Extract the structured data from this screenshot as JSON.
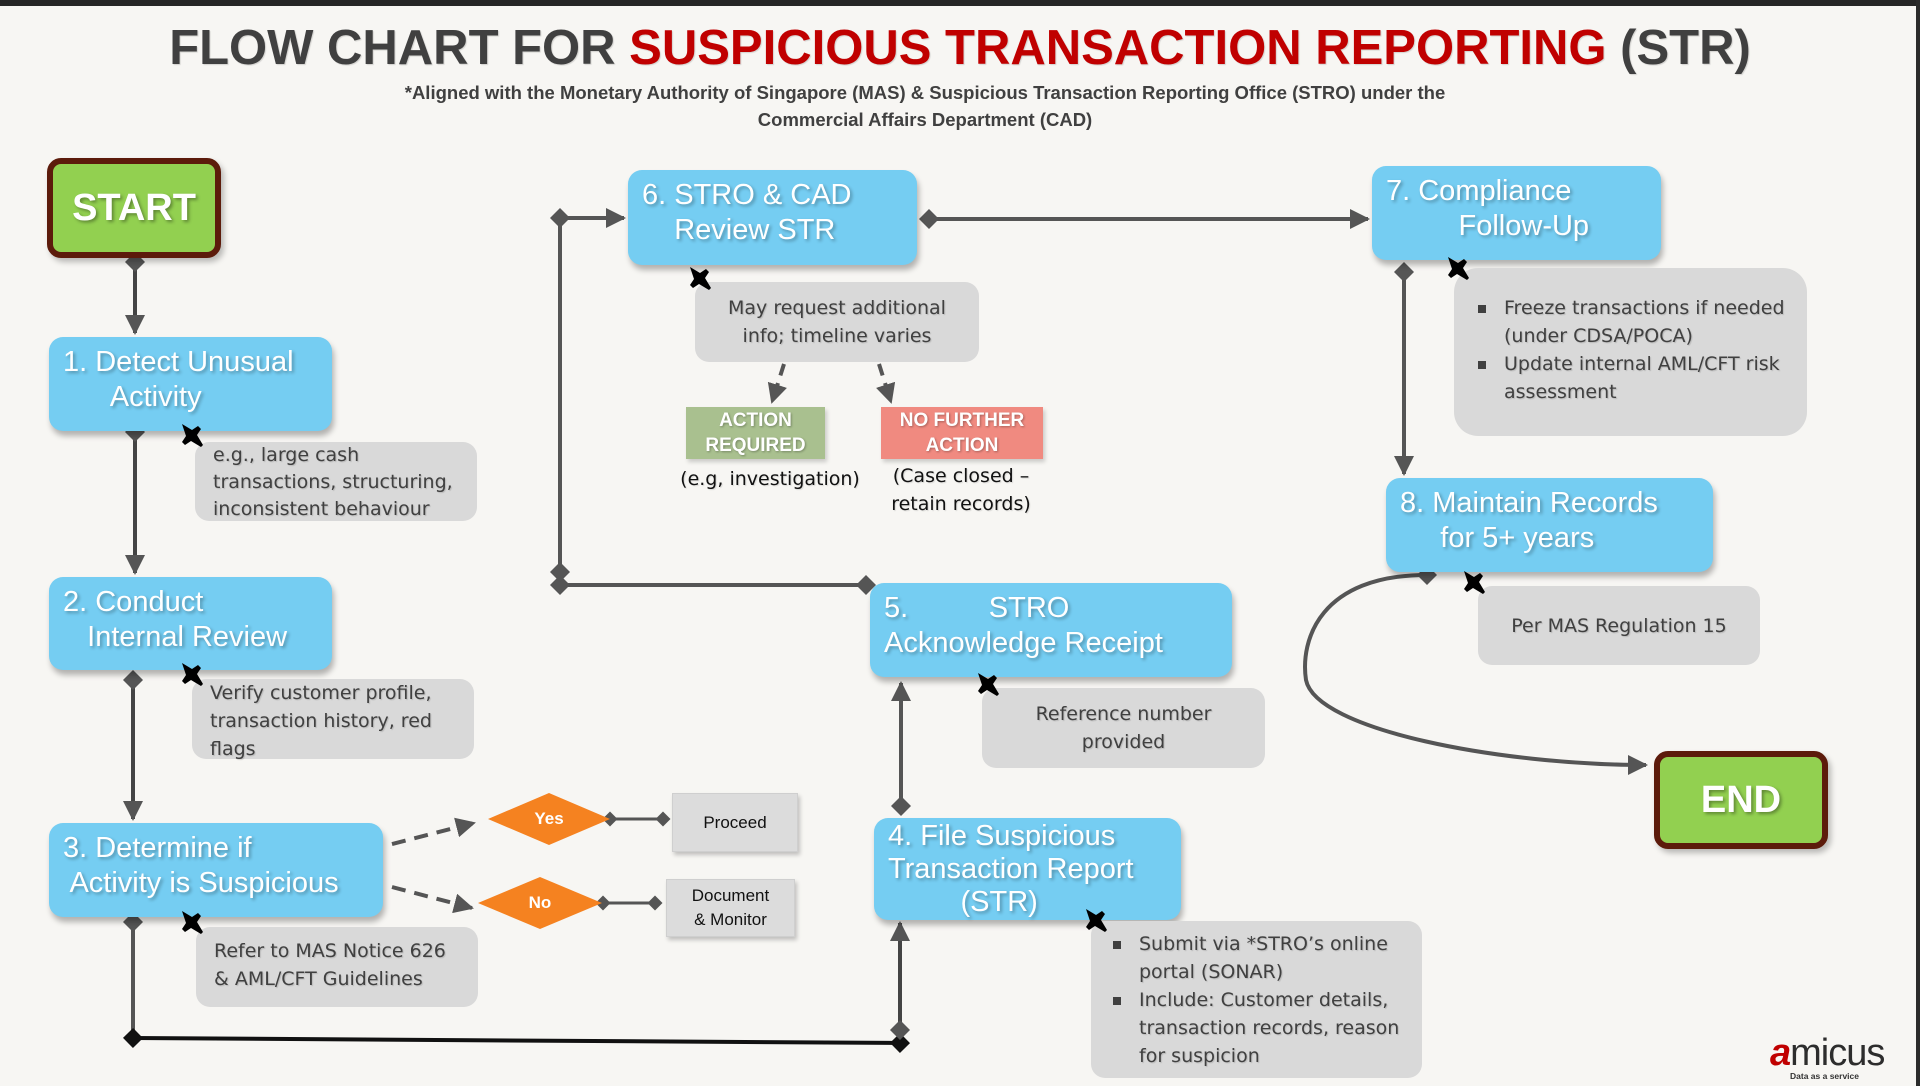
{
  "header": {
    "title_prefix": "FLOW CHART FOR",
    "title_highlight": "SUSPICIOUS TRANSACTION REPORTING",
    "title_suffix": "(STR)",
    "subtitle_line1": "*Aligned with the Monetary Authority of Singapore (MAS) & Suspicious Transaction Reporting Office (STRO) under the",
    "subtitle_line2": "Commercial Affairs Department (CAD)"
  },
  "colors": {
    "title_accent": "#c00000",
    "step_fill": "#75cdf2",
    "note_fill": "#d9d9d9",
    "terminal_fill": "#92d050",
    "terminal_border": "#5c1b0b",
    "decision_fill": "#f58220",
    "action_required": "#a9c08f",
    "no_further_action": "#f08a80",
    "connector": "#555555"
  },
  "terminals": {
    "start": "START",
    "end": "END"
  },
  "steps": [
    {
      "id": 1,
      "lines": [
        "1. Detect Unusual",
        "      Activity"
      ],
      "note": [
        "e.g., large cash",
        "transactions, structuring,",
        "inconsistent behaviour"
      ]
    },
    {
      "id": 2,
      "lines": [
        "2. Conduct",
        "   Internal Review"
      ],
      "note": [
        "Verify customer profile,",
        "transaction history, red",
        "flags"
      ]
    },
    {
      "id": 3,
      "lines": [
        "3. Determine if",
        " Activity is Suspicious"
      ],
      "note": [
        "Refer to MAS Notice 626",
        "& AML/CFT Guidelines"
      ]
    },
    {
      "id": 4,
      "lines": [
        "4. File Suspicious",
        "Transaction Report",
        "         (STR)"
      ],
      "note_bullets": [
        "Submit via *STRO’s online portal (SONAR)",
        "Include: Customer details, transaction records, reason for suspicion"
      ]
    },
    {
      "id": 5,
      "lines": [
        "5.          STRO",
        "Acknowledge Receipt"
      ],
      "note": [
        "Reference number",
        "provided"
      ]
    },
    {
      "id": 6,
      "lines": [
        "6. STRO & CAD",
        "    Review STR"
      ],
      "note": [
        "May request additional",
        "info; timeline varies"
      ]
    },
    {
      "id": 7,
      "lines": [
        "7. Compliance",
        "         Follow-Up"
      ],
      "note_bullets": [
        "Freeze transactions if needed (under CDSA/POCA)",
        "Update internal AML/CFT risk assessment"
      ]
    },
    {
      "id": 8,
      "lines": [
        "8. Maintain Records",
        "     for 5+ years"
      ],
      "note": [
        "Per MAS Regulation 15"
      ]
    }
  ],
  "decision": {
    "yes_label": "Yes",
    "yes_outcome": "Proceed",
    "no_label": "No",
    "no_outcome_line1": "Document",
    "no_outcome_line2": "& Monitor"
  },
  "review_outcomes": {
    "action_required_line1": "ACTION",
    "action_required_line2": "REQUIRED",
    "action_required_caption": "(e.g, investigation)",
    "no_further_line1": "NO FURTHER",
    "no_further_line2": "ACTION",
    "no_further_caption_line1": "(Case closed –",
    "no_further_caption_line2": "retain records)"
  },
  "logo": {
    "accent": "a",
    "word": "micus",
    "tagline": "Data as a service"
  }
}
